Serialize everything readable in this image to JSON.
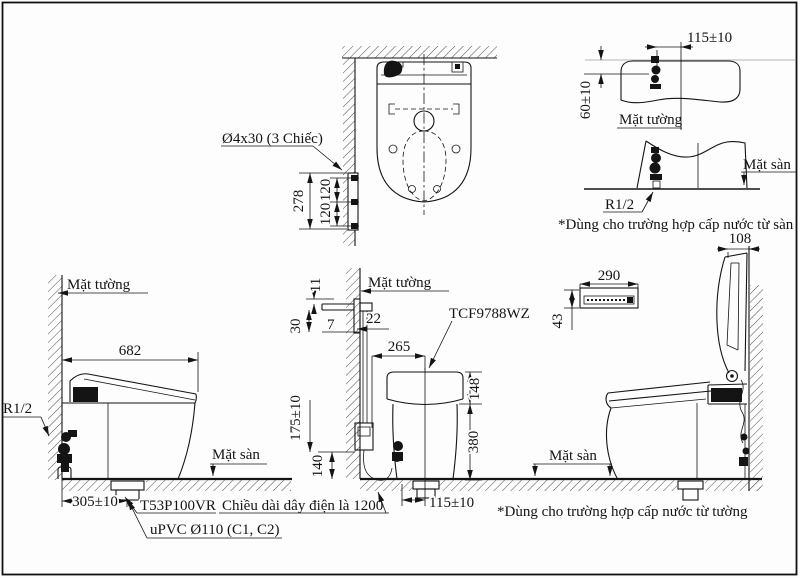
{
  "views": {
    "plan": {
      "screw_label": "Ø4x30 (3 Chiếc)",
      "dim_bracket": "278",
      "dim_screw_upper": "120",
      "dim_screw_lower": "120"
    },
    "wall_supply": {
      "dim_offset": "115±10",
      "dim_height": "60±10",
      "wall_label": "Mặt tường"
    },
    "floor_supply": {
      "floor_label": "Mặt sàn",
      "thread_label": "R1/2",
      "note": "*Dùng cho trường hợp cấp nước từ sàn"
    },
    "side_closed": {
      "wall_label": "Mặt tường",
      "dim_length": "682",
      "thread_label": "R1/2",
      "floor_label": "Mặt sàn",
      "dim_drain": "305±10",
      "toilet_model": "T53P100VR",
      "cord_note": "Chiều dài dây điện là 1200",
      "pipe_label": "uPVC Ø110 (C1, C2)"
    },
    "front": {
      "wall_label": "Mặt tường",
      "dim_a": "11",
      "dim_b": "30",
      "dim_c": "7",
      "dim_d": "22",
      "washlet_model": "TCF9788WZ",
      "dim_center": "265",
      "dim_lid": "148",
      "dim_body": "380",
      "dim_supply": "175±10",
      "dim_valve": "140",
      "floor_label": "Mặt sàn",
      "dim_drain": "115±10"
    },
    "side_open": {
      "dim_lid_gap": "108",
      "dim_remote_w": "290",
      "dim_remote_h": "43",
      "note": "*Dùng cho trường hợp cấp nước từ tường"
    }
  }
}
